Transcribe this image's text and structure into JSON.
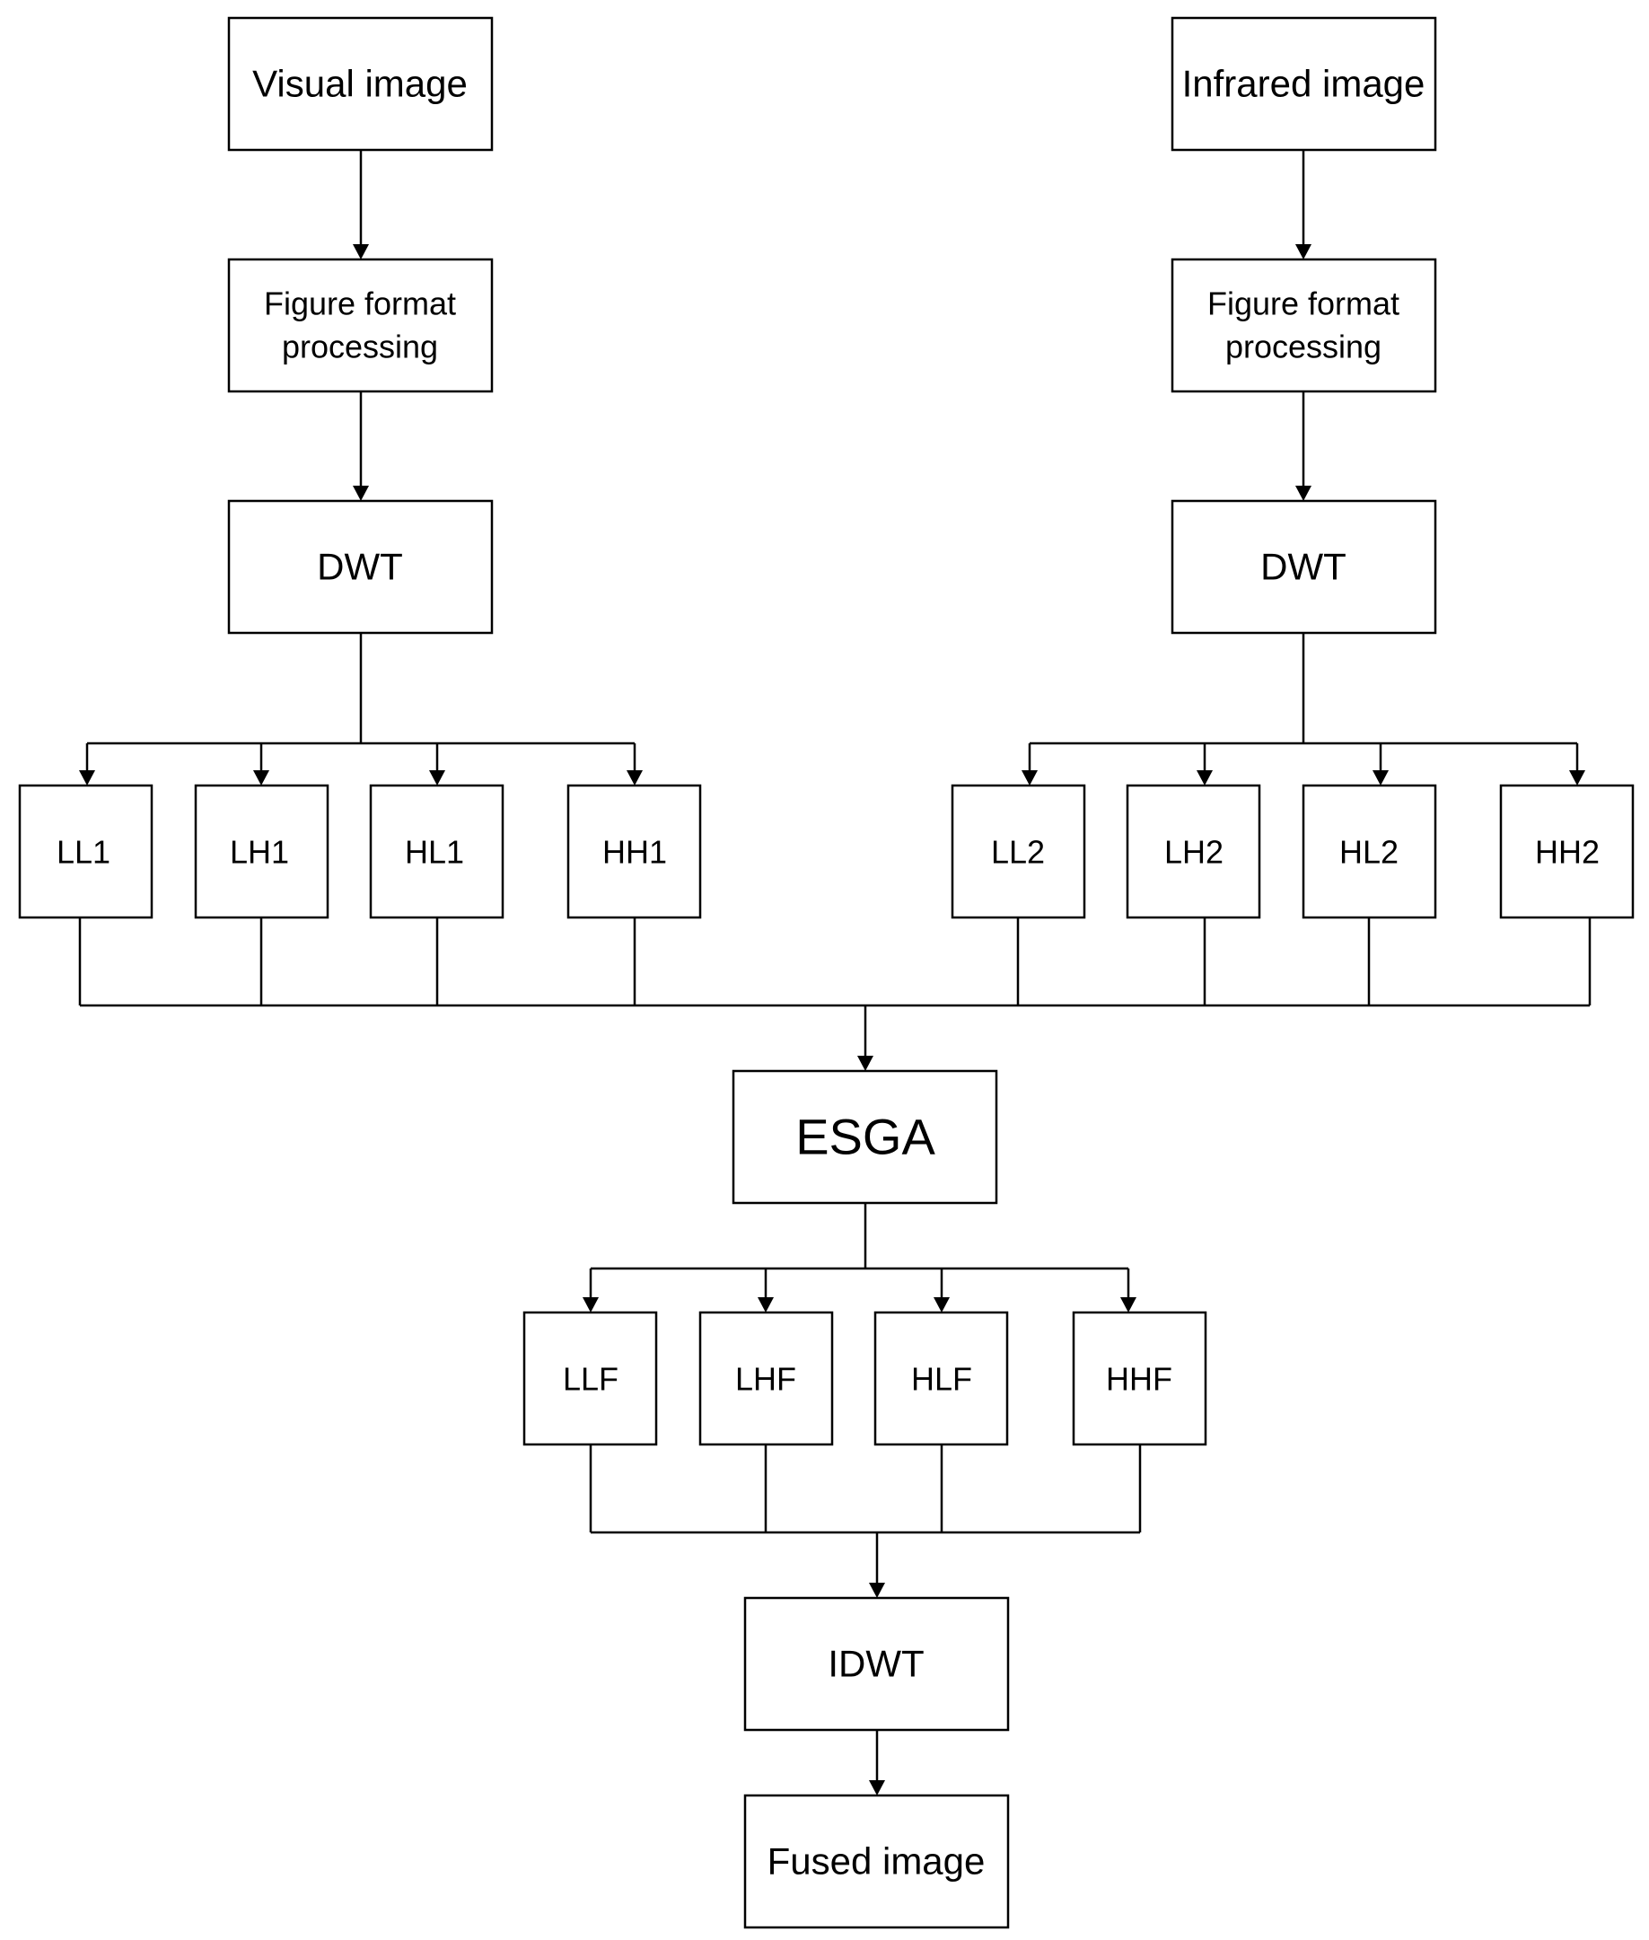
{
  "nodes": {
    "visual_image": "Visual image",
    "infrared_image": "Infrared image",
    "ffp_left_line1": "Figure format",
    "ffp_left_line2": "processing",
    "ffp_right_line1": "Figure format",
    "ffp_right_line2": "processing",
    "dwt_left": "DWT",
    "dwt_right": "DWT",
    "ll1": "LL1",
    "lh1": "LH1",
    "hl1": "HL1",
    "hh1": "HH1",
    "ll2": "LL2",
    "lh2": "LH2",
    "hl2": "HL2",
    "hh2": "HH2",
    "esga": "ESGA",
    "llf": "LLF",
    "lhf": "LHF",
    "hlf": "HLF",
    "hhf": "HHF",
    "idwt": "IDWT",
    "fused_image": "Fused image"
  },
  "colors": {
    "stroke": "#000000",
    "fill": "#ffffff",
    "text": "#000000"
  }
}
